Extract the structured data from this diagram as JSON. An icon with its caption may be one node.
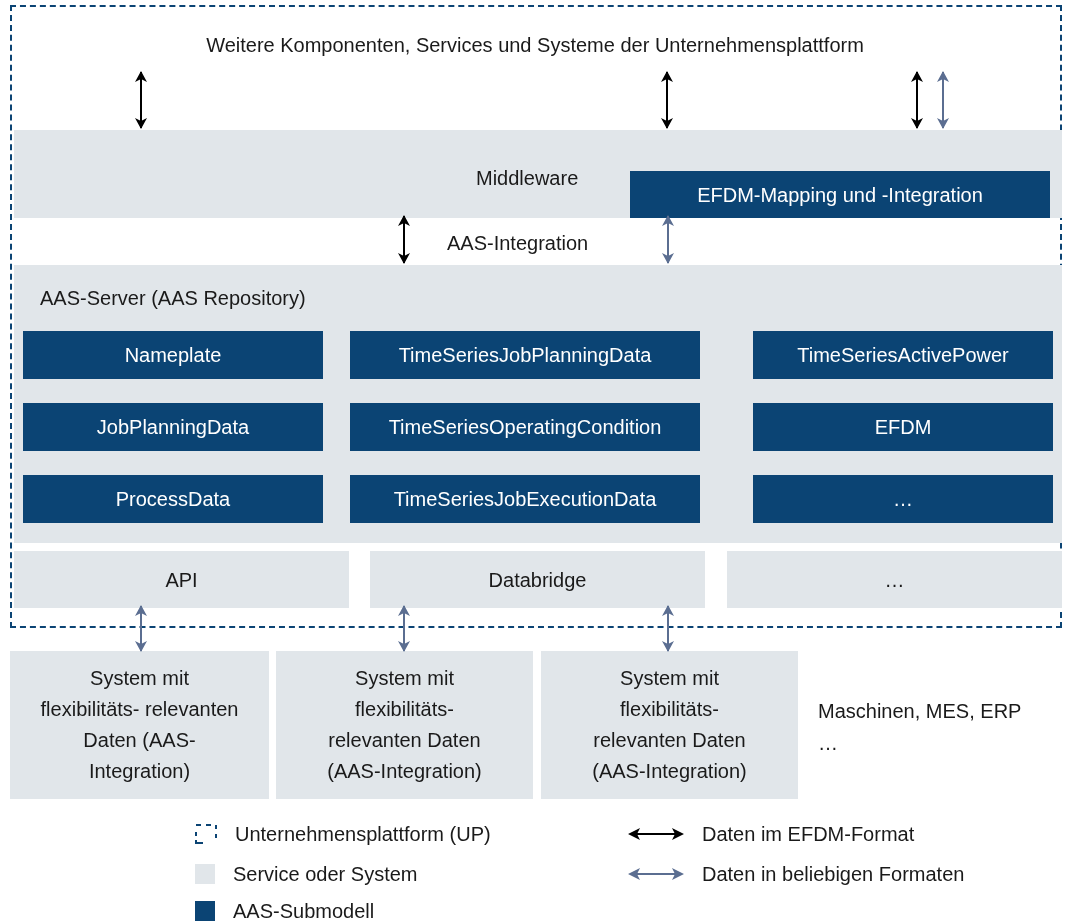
{
  "diagram": {
    "nodes": [
      {
        "text": [],
        "shape": "box"
      },
      {
        "text": [
          "Weitere Komponenten, Services und Systeme der Unternehmensplattform"
        ],
        "in": 0
      },
      {
        "text": [
          "Middleware"
        ],
        "in": 0
      },
      {
        "text": [
          "EFDM-Mapping und -Integration"
        ],
        "in": 2
      },
      {
        "text": [
          "AAS-Server (AAS Repository)"
        ],
        "in": 0
      },
      {
        "text": [
          "Nameplate"
        ],
        "in": 4
      },
      {
        "text": [
          "TimeSeriesJobPlanningData"
        ],
        "in": 4
      },
      {
        "text": [
          "TimeSeriesActivePower"
        ],
        "in": 4
      },
      {
        "text": [
          "JobPlanningData"
        ],
        "in": 4
      },
      {
        "text": [
          "TimeSeriesOperatingCondition"
        ],
        "in": 4
      },
      {
        "text": [
          "EFDM"
        ],
        "in": 4
      },
      {
        "text": [
          "ProcessData"
        ],
        "in": 4
      },
      {
        "text": [
          "TimeSeriesJobExecutionData"
        ],
        "in": 4
      },
      {
        "text": [
          "…"
        ],
        "in": 4
      },
      {
        "text": [
          "API"
        ],
        "in": 0
      },
      {
        "text": [
          "Databridge"
        ],
        "in": 0
      },
      {
        "text": [
          "…"
        ],
        "in": 0
      },
      {
        "text": [
          "System mit flexibilitäts- relevanten Daten (AAS-Integration)"
        ]
      },
      {
        "text": [
          "System mit flexibilitäts- relevanten Daten (AAS-Integration)"
        ]
      },
      {
        "text": [
          "System mit flexibilitäts- relevanten Daten (AAS-Integration)"
        ]
      }
    ],
    "edges": [
      {
        "from": 1,
        "to": 2,
        "arrow": "both",
        "color": "#000000"
      },
      {
        "from": 1,
        "to": 2,
        "arrow": "both",
        "color": "#000000"
      },
      {
        "from": 1,
        "to": 2,
        "arrow": "both",
        "color": "#000000"
      },
      {
        "from": 1,
        "to": 2,
        "arrow": "both"
      },
      {
        "from": 2,
        "to": 4,
        "arrow": "both",
        "color": "#000000"
      },
      {
        "from": 3,
        "to": 4,
        "arrow": "both"
      },
      {
        "from": 14,
        "to": 17,
        "arrow": "both"
      },
      {
        "from": 15,
        "to": 18,
        "arrow": "both"
      },
      {
        "from": 15,
        "to": 19,
        "arrow": "both"
      }
    ],
    "labels": [
      "AAS-Integration",
      "Maschinen, MES, ERP",
      "…"
    ],
    "legend": [
      {
        "text": "Unternehmensplattform (UP)"
      },
      {
        "text": "Service oder System",
        "color": "#e1e6ea"
      },
      {
        "text": "AAS-Submodell",
        "color": "#0b4474"
      },
      {
        "text": "Daten im EFDM-Format"
      },
      {
        "text": "Daten in beliebigen Formaten"
      }
    ]
  }
}
